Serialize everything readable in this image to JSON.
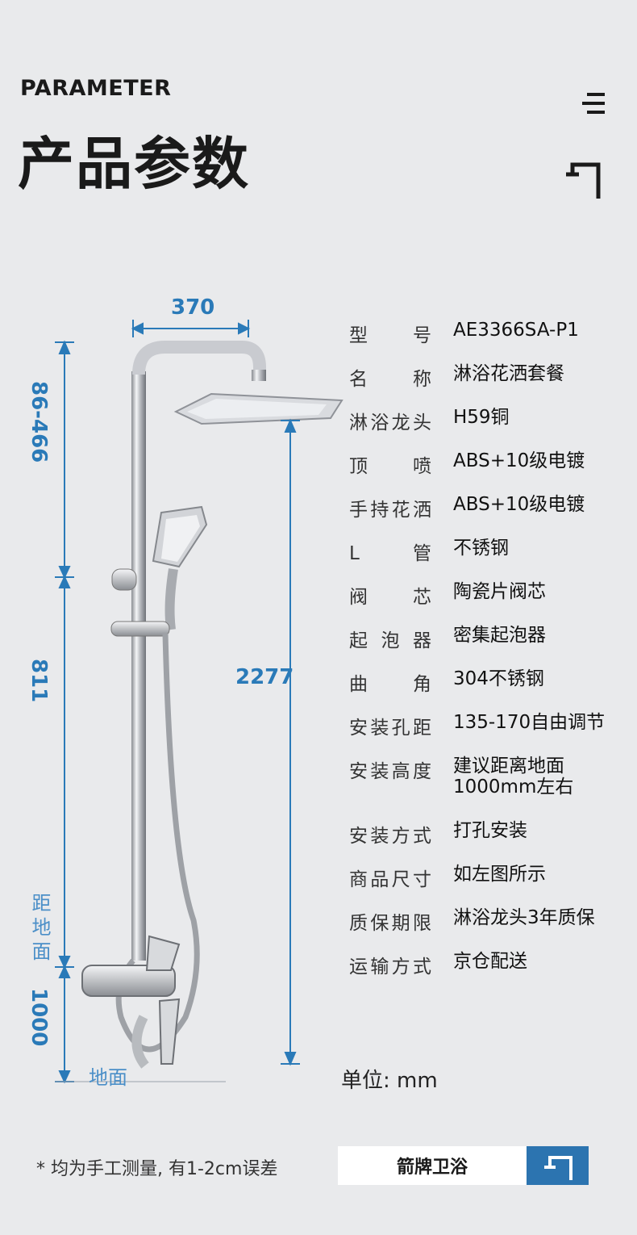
{
  "header": {
    "eyebrow": "PARAMETER",
    "title": "产品参数"
  },
  "dimensions": {
    "top_width": "370",
    "arm_range": "86-466",
    "rail_length": "811",
    "total_height": "2277",
    "floor_height_label": "距地面",
    "floor_height_value": "1000",
    "floor_label": "地面"
  },
  "specs": [
    {
      "k": "型号",
      "v": "AE3366SA-P1"
    },
    {
      "k": "名称",
      "v": "淋浴花洒套餐"
    },
    {
      "k": "淋浴龙头",
      "v": "H59铜"
    },
    {
      "k": "顶喷",
      "v": "ABS+10级电镀"
    },
    {
      "k": "手持花洒",
      "v": "ABS+10级电镀"
    },
    {
      "k": "L管",
      "v": "不锈钢"
    },
    {
      "k": "阀芯",
      "v": "陶瓷片阀芯"
    },
    {
      "k": "起泡器",
      "v": "密集起泡器"
    },
    {
      "k": "曲角",
      "v": "304不锈钢"
    },
    {
      "k": "安装孔距",
      "v": "135-170自由调节"
    },
    {
      "k": "安装高度",
      "v": "建议距离地面",
      "v2": "1000mm左右"
    },
    {
      "k": "安装方式",
      "v": "打孔安装"
    },
    {
      "k": "商品尺寸",
      "v": "如左图所示"
    },
    {
      "k": "质保期限",
      "v": "淋浴龙头3年质保"
    },
    {
      "k": "运输方式",
      "v": "京仓配送"
    }
  ],
  "unit": "单位: mm",
  "footer": {
    "note": "* 均为手工测量, 有1-2cm误差",
    "brand": "箭牌卫浴"
  },
  "icons": {
    "menu": "menu-icon",
    "faucet": "faucet-icon"
  },
  "colors": {
    "background": "#e9eaec",
    "dimension_blue": "#2a7ab8",
    "brand_blue": "#2c74b0"
  }
}
